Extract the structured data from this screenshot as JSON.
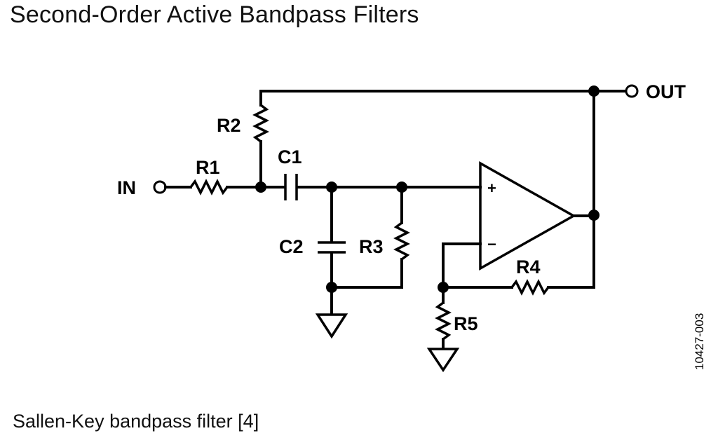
{
  "title": "Second-Order Active Bandpass Filters",
  "caption": "Sallen-Key bandpass filter [4]",
  "figure_id": "10427-003",
  "labels": {
    "in": "IN",
    "out": "OUT",
    "r1": "R1",
    "r2": "R2",
    "r3": "R3",
    "r4": "R4",
    "r5": "R5",
    "c1": "C1",
    "c2": "C2",
    "plus": "+",
    "minus": "−"
  }
}
